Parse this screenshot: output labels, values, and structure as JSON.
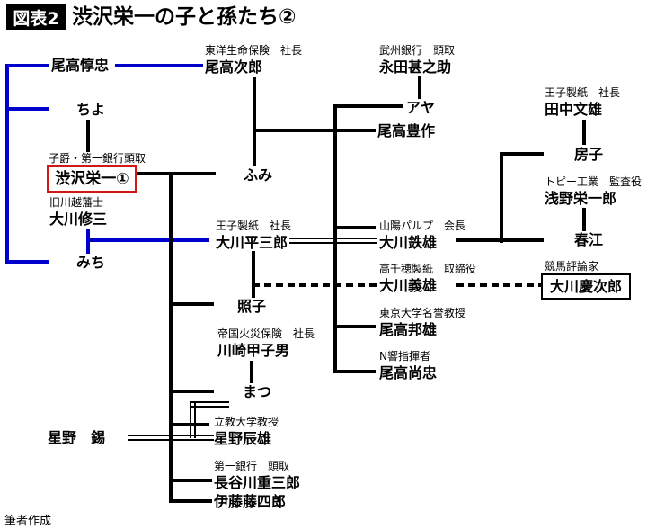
{
  "title": {
    "tag": "図表2",
    "text": "渋沢栄一の子と孫たち②"
  },
  "footer": {
    "credit": "筆者作成"
  },
  "colors": {
    "lineage_line": "#0000cc",
    "highlight_border": "#d01818",
    "line": "#000000",
    "tag_bg": "#000000"
  },
  "people": {
    "odaka_atsutada": {
      "name": "尾高惇忠",
      "role": ""
    },
    "odaka_jiro": {
      "name": "尾高次郎",
      "role": "東洋生命保険　社長"
    },
    "nagata_jinnosuke": {
      "name": "永田甚之助",
      "role": "武州銀行　頭取"
    },
    "chiyo": {
      "name": "ちよ",
      "role": ""
    },
    "aya": {
      "name": "アヤ",
      "role": ""
    },
    "odaka_hosaku": {
      "name": "尾高豊作",
      "role": ""
    },
    "tanaka_fumio": {
      "name": "田中文雄",
      "role": "王子製紙　社長"
    },
    "shibusawa_eiichi": {
      "name": "渋沢栄一①",
      "role": "子爵・第一銀行頭取"
    },
    "fumi": {
      "name": "ふみ",
      "role": ""
    },
    "fusako": {
      "name": "房子",
      "role": ""
    },
    "okawa_shuzo": {
      "name": "大川修三",
      "role": "旧川越藩士"
    },
    "asano_eiichiro": {
      "name": "浅野栄一郎",
      "role": "トピー工業　監査役"
    },
    "okawa_heizaburo": {
      "name": "大川平三郎",
      "role": "王子製紙　社長"
    },
    "okawa_tetsuo": {
      "name": "大川鉄雄",
      "role": "山陽パルプ　会長"
    },
    "michi": {
      "name": "みち",
      "role": ""
    },
    "harue": {
      "name": "春江",
      "role": ""
    },
    "okawa_yoshio": {
      "name": "大川義雄",
      "role": "高千穂製紙　取締役"
    },
    "okawa_keijiro": {
      "name": "大川慶次郎",
      "role": "競馬評論家"
    },
    "teruko": {
      "name": "照子",
      "role": ""
    },
    "odaka_kunio": {
      "name": "尾高邦雄",
      "role": "東京大学名誉教授"
    },
    "kawasaki_kineo": {
      "name": "川崎甲子男",
      "role": "帝国火災保険　社長"
    },
    "odaka_hisatada": {
      "name": "尾高尚忠",
      "role": "N響指揮者"
    },
    "matsu": {
      "name": "まつ",
      "role": ""
    },
    "hoshino_tatsuo": {
      "name": "星野辰雄",
      "role": "立教大学教授"
    },
    "hoshino_shaku": {
      "name": "星野　錫",
      "role": ""
    },
    "hasegawa_juzaburo": {
      "name": "長谷川重三郎",
      "role": "第一銀行　頭取"
    },
    "ito_toshiro": {
      "name": "伊藤藤四郎",
      "role": ""
    }
  }
}
